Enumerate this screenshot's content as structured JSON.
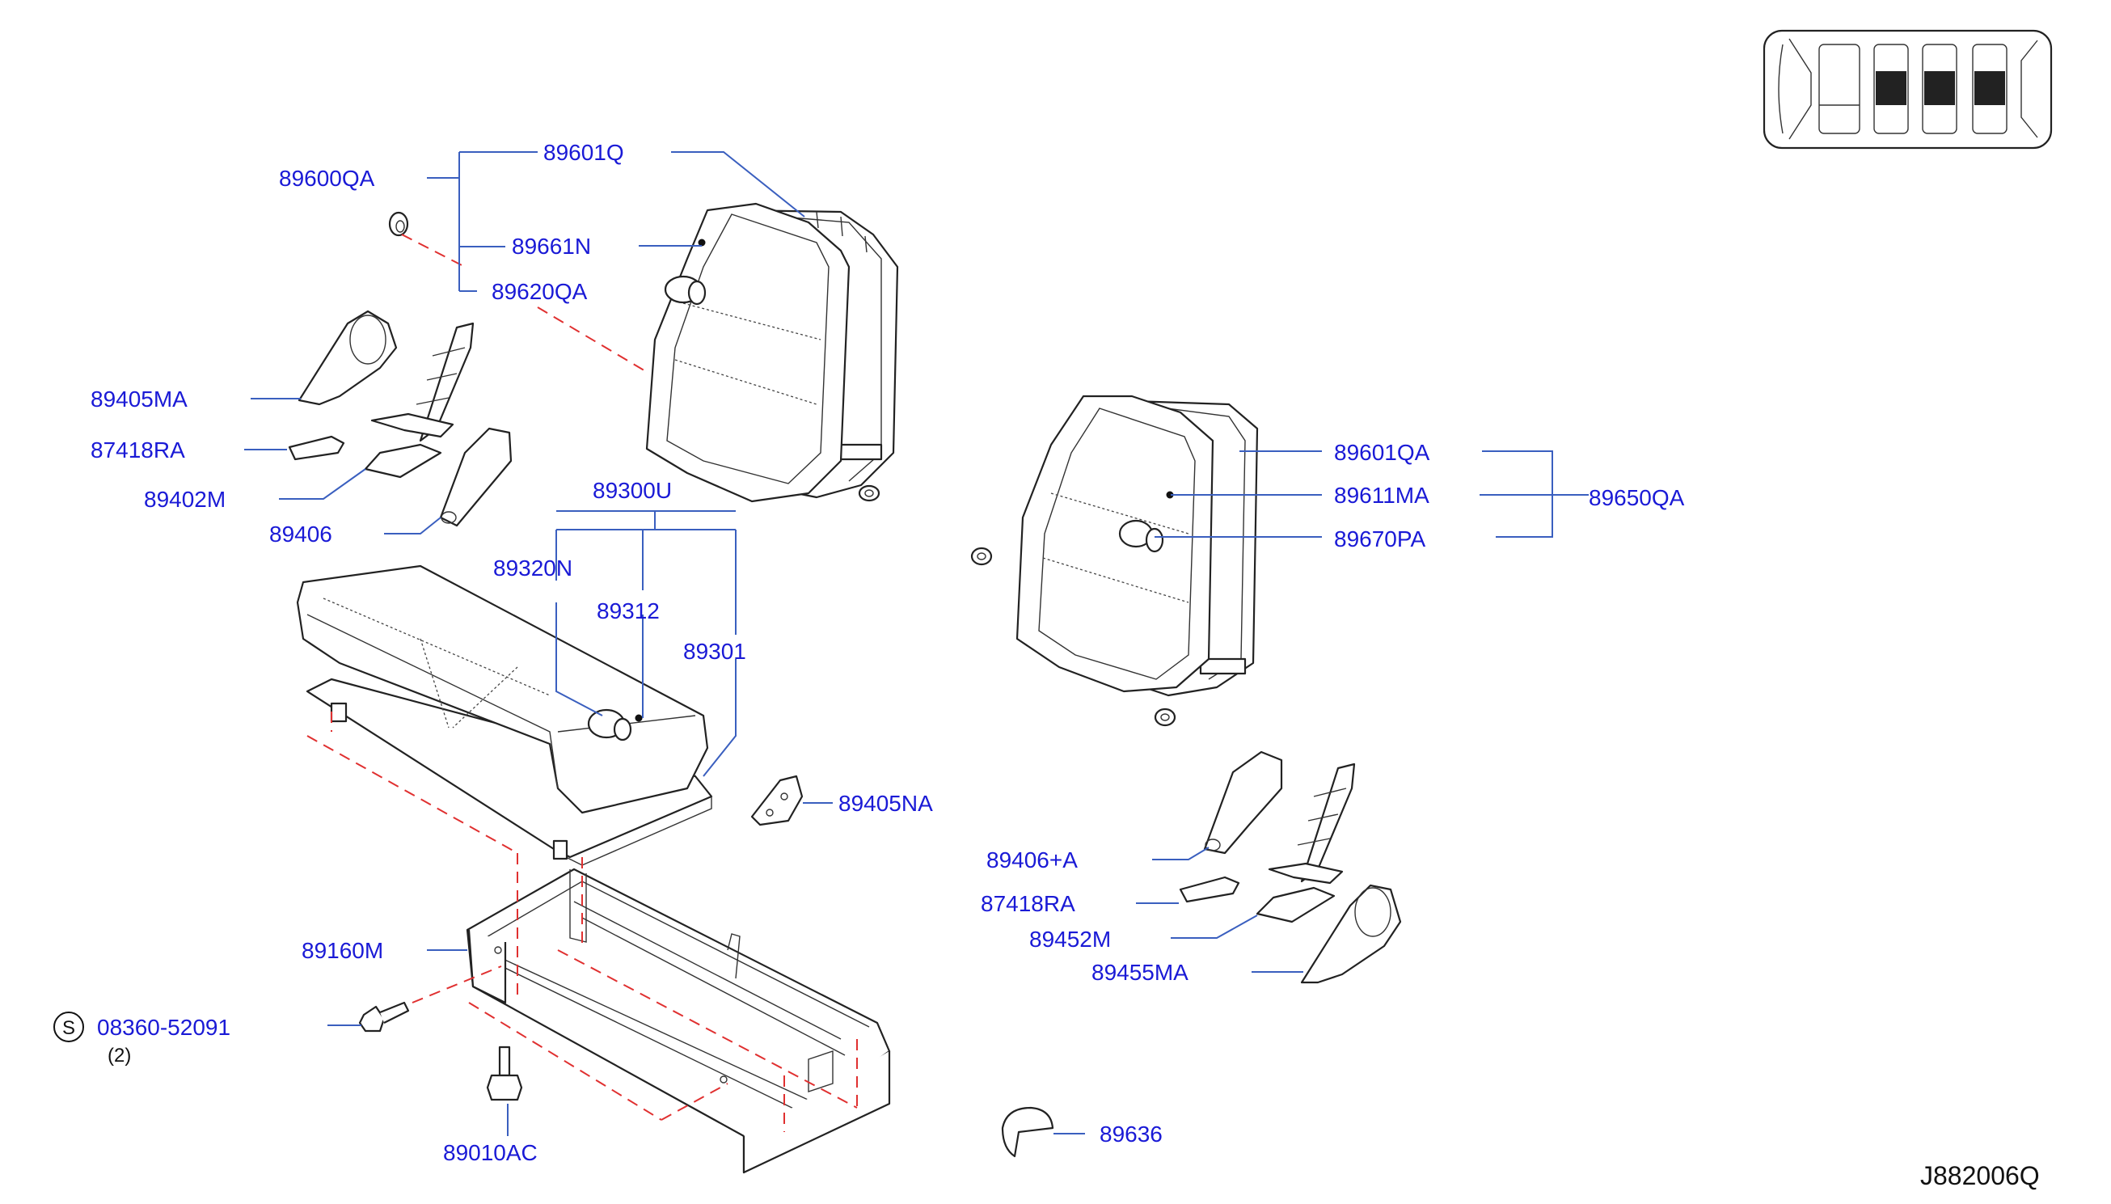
{
  "diagram_code": "J882006Q",
  "callouts": {
    "c89600QA": "89600QA",
    "c89601Q": "89601Q",
    "c89661N": "89661N",
    "c89620QA": "89620QA",
    "c89405MA": "89405MA",
    "c87418RA_left": "87418RA",
    "c89402M": "89402M",
    "c89406": "89406",
    "c89300U": "89300U",
    "c89320N": "89320N",
    "c89312": "89312",
    "c89301": "89301",
    "c89601QA": "89601QA",
    "c89611MA": "89611MA",
    "c89670PA": "89670PA",
    "c89650QA": "89650QA",
    "c89405NA": "89405NA",
    "c89406A": "89406+A",
    "c87418RA_right": "87418RA",
    "c89452M": "89452M",
    "c89455MA": "89455MA",
    "c89160M": "89160M",
    "c08360": "08360-52091",
    "c08360_qty": "(2)",
    "c08360_symbol": "S",
    "c89010AC": "89010AC",
    "c89636": "89636"
  },
  "colors": {
    "callout_text": "#1a1ad6",
    "leader_line": "#3a5fbf",
    "dashed_assembly_line": "#e03030",
    "part_outline": "#222222"
  }
}
